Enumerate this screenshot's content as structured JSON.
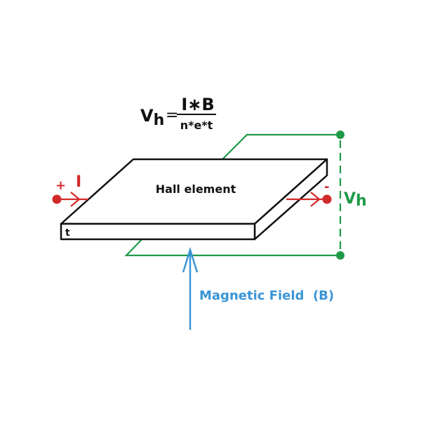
{
  "formula": {
    "lhs": "V",
    "lhs_sub": "h",
    "equals": "=",
    "numerator": "I∗B",
    "denominator": "n*e*t"
  },
  "element_label": "Hall element",
  "thickness_label": "t",
  "current": {
    "plus": "+",
    "minus": "-",
    "label": "I"
  },
  "voltage": {
    "label": "V",
    "sub": "h"
  },
  "field_label": "Magnetic Field  (B)",
  "colors": {
    "current": "#d12b2b",
    "voltage": "#1f9a48",
    "field": "#3a95d6",
    "outline": "#111111"
  }
}
